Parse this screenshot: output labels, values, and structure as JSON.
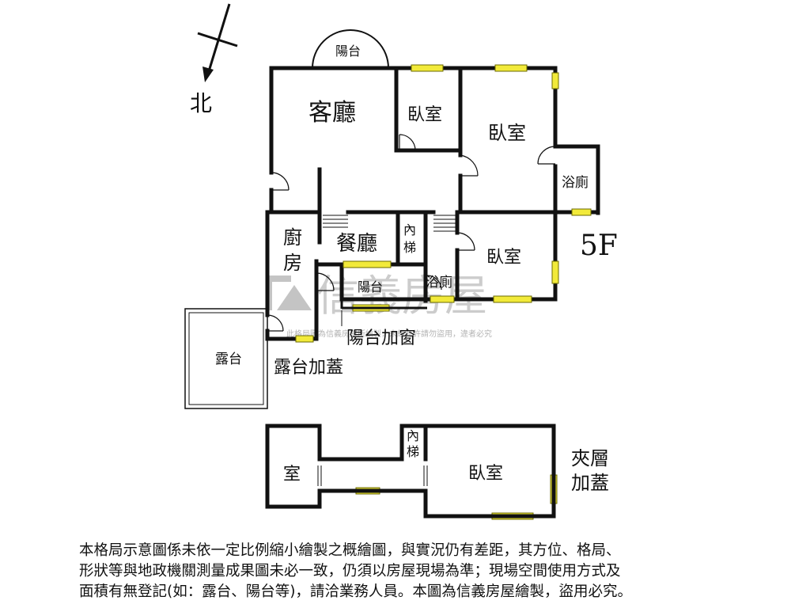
{
  "colors": {
    "wall": "#111111",
    "window_fill": "#f2ea3a",
    "window_edge": "#6b6a00",
    "watermark": "#b4b4b4",
    "background": "#ffffff"
  },
  "compass": {
    "north_label": "北"
  },
  "floor_label": "5F",
  "rooms": {
    "living": "客廳",
    "bedroom_small": "臥室",
    "bedroom_master": "臥室",
    "bath_master": "浴廁",
    "kitchen_line1": "廚",
    "kitchen_line2": "房",
    "dining": "餐廳",
    "stair_line1": "內",
    "stair_line2": "梯",
    "balcony_top": "陽台",
    "balcony_back": "陽台",
    "bath_back": "浴廁",
    "bedroom_back": "臥室",
    "terrace": "露台"
  },
  "annotations": {
    "balcony_windowed": "陽台加窗",
    "terrace_roofed": "露台加蓋",
    "mezzanine_line1": "夾層",
    "mezzanine_line2": "加蓋"
  },
  "mezzanine": {
    "room_left": "室",
    "stair_line1": "內",
    "stair_line2": "梯",
    "bedroom": "臥室"
  },
  "watermark": {
    "brand": "信義房屋",
    "notice": "此格局圖為信義房屋所繪製，未經允許請勿盜用，違者必究"
  },
  "footnote": {
    "line1": "本格局示意圖係未依一定比例縮小繪製之概繪圖，與實況仍有差距，其方位、格局、",
    "line2": "形狀等與地政機關測量成果圖未必一致，仍須以房屋現場為準；現場空間使用方式及",
    "line3": "面積有無登記(如：露台、陽台等)，請洽業務人員。本圖為信義房屋繪製，盜用必究。"
  }
}
